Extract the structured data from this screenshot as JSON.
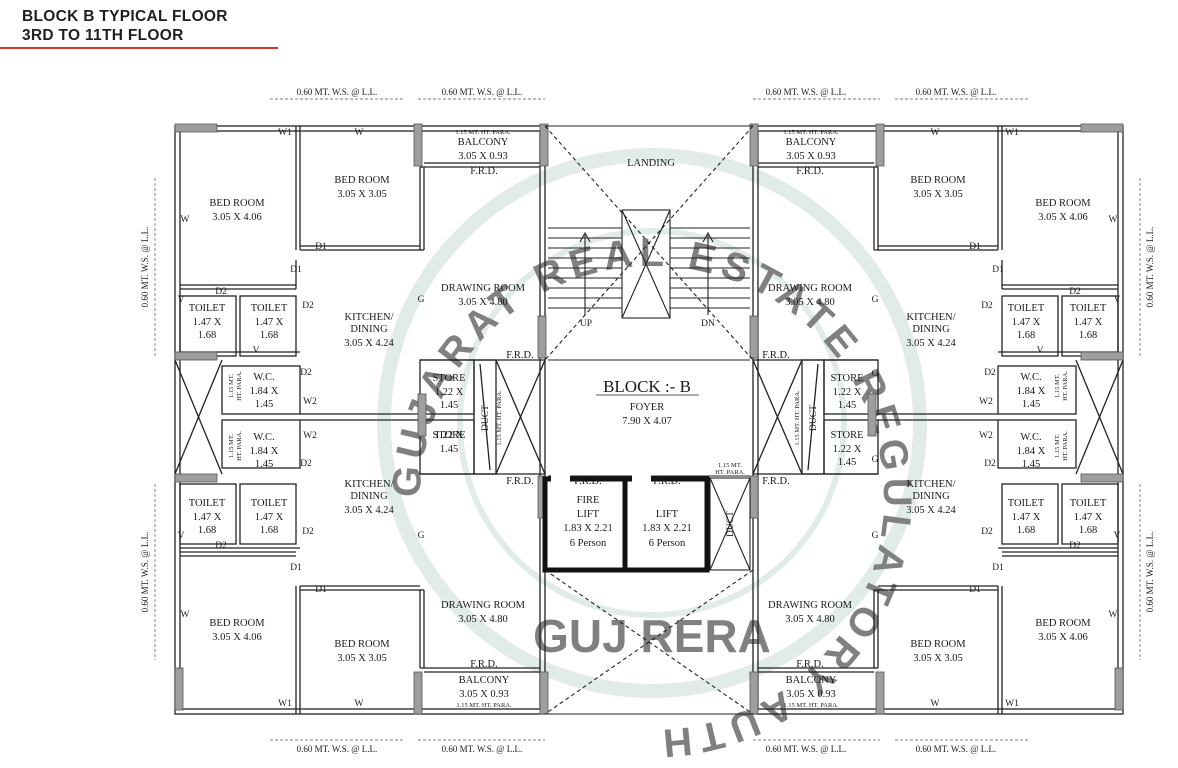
{
  "header": {
    "title_line1": "BLOCK B TYPICAL FLOOR",
    "title_line2": "3RD TO 11TH FLOOR",
    "accent_color": "#d8322f"
  },
  "watermark": {
    "ring_text": "GUJARAT REAL ESTATE REGULATORY AUTHORITY",
    "center_text": "GUJ RERA",
    "color": "#c9ddd3"
  },
  "labels": {
    "bed_room": "BED ROOM",
    "dim_bed_large": "3.05 X 4.06",
    "dim_bed_small": "3.05 X 3.05",
    "toilet": "TOILET",
    "dim_toilet_a": "1.47 X",
    "dim_toilet_b": "1.68",
    "wc": "W.C.",
    "dim_wc_a": "1.84 X",
    "dim_wc_b": "1.45",
    "kitchen_a": "KITCHEN/",
    "kitchen_b": "DINING",
    "dim_kitchen": "3.05 X 4.24",
    "drawing_room": "DRAWING ROOM",
    "dim_drawing": "3.05 X 4.80",
    "balcony": "BALCONY",
    "dim_balcony": "3.05 X 0.93",
    "para": "1.15 MT. HT. PARA.",
    "para_a": "1.15 MT.",
    "para_b": "HT. PARA.",
    "store": "STORE",
    "dim_store_a": "1.22 X",
    "dim_store_b": "1.45",
    "duct": "DUCT",
    "frd": "F.R.D.",
    "landing": "LANDING",
    "up": "UP",
    "dn": "DN",
    "block": "BLOCK :- B",
    "foyer": "FOYER",
    "dim_foyer": "7.90 X 4.07",
    "fire_a": "FIRE",
    "fire_b": "LIFT",
    "lift": "LIFT",
    "dim_lift": "1.83 X 2.21",
    "person": "6 Person",
    "ws": "0.60 MT. W.S. @ L.L.",
    "w": "W",
    "w1": "W1",
    "w2": "W2",
    "d1": "D1",
    "d2": "D2",
    "v": "V",
    "g": "G"
  }
}
